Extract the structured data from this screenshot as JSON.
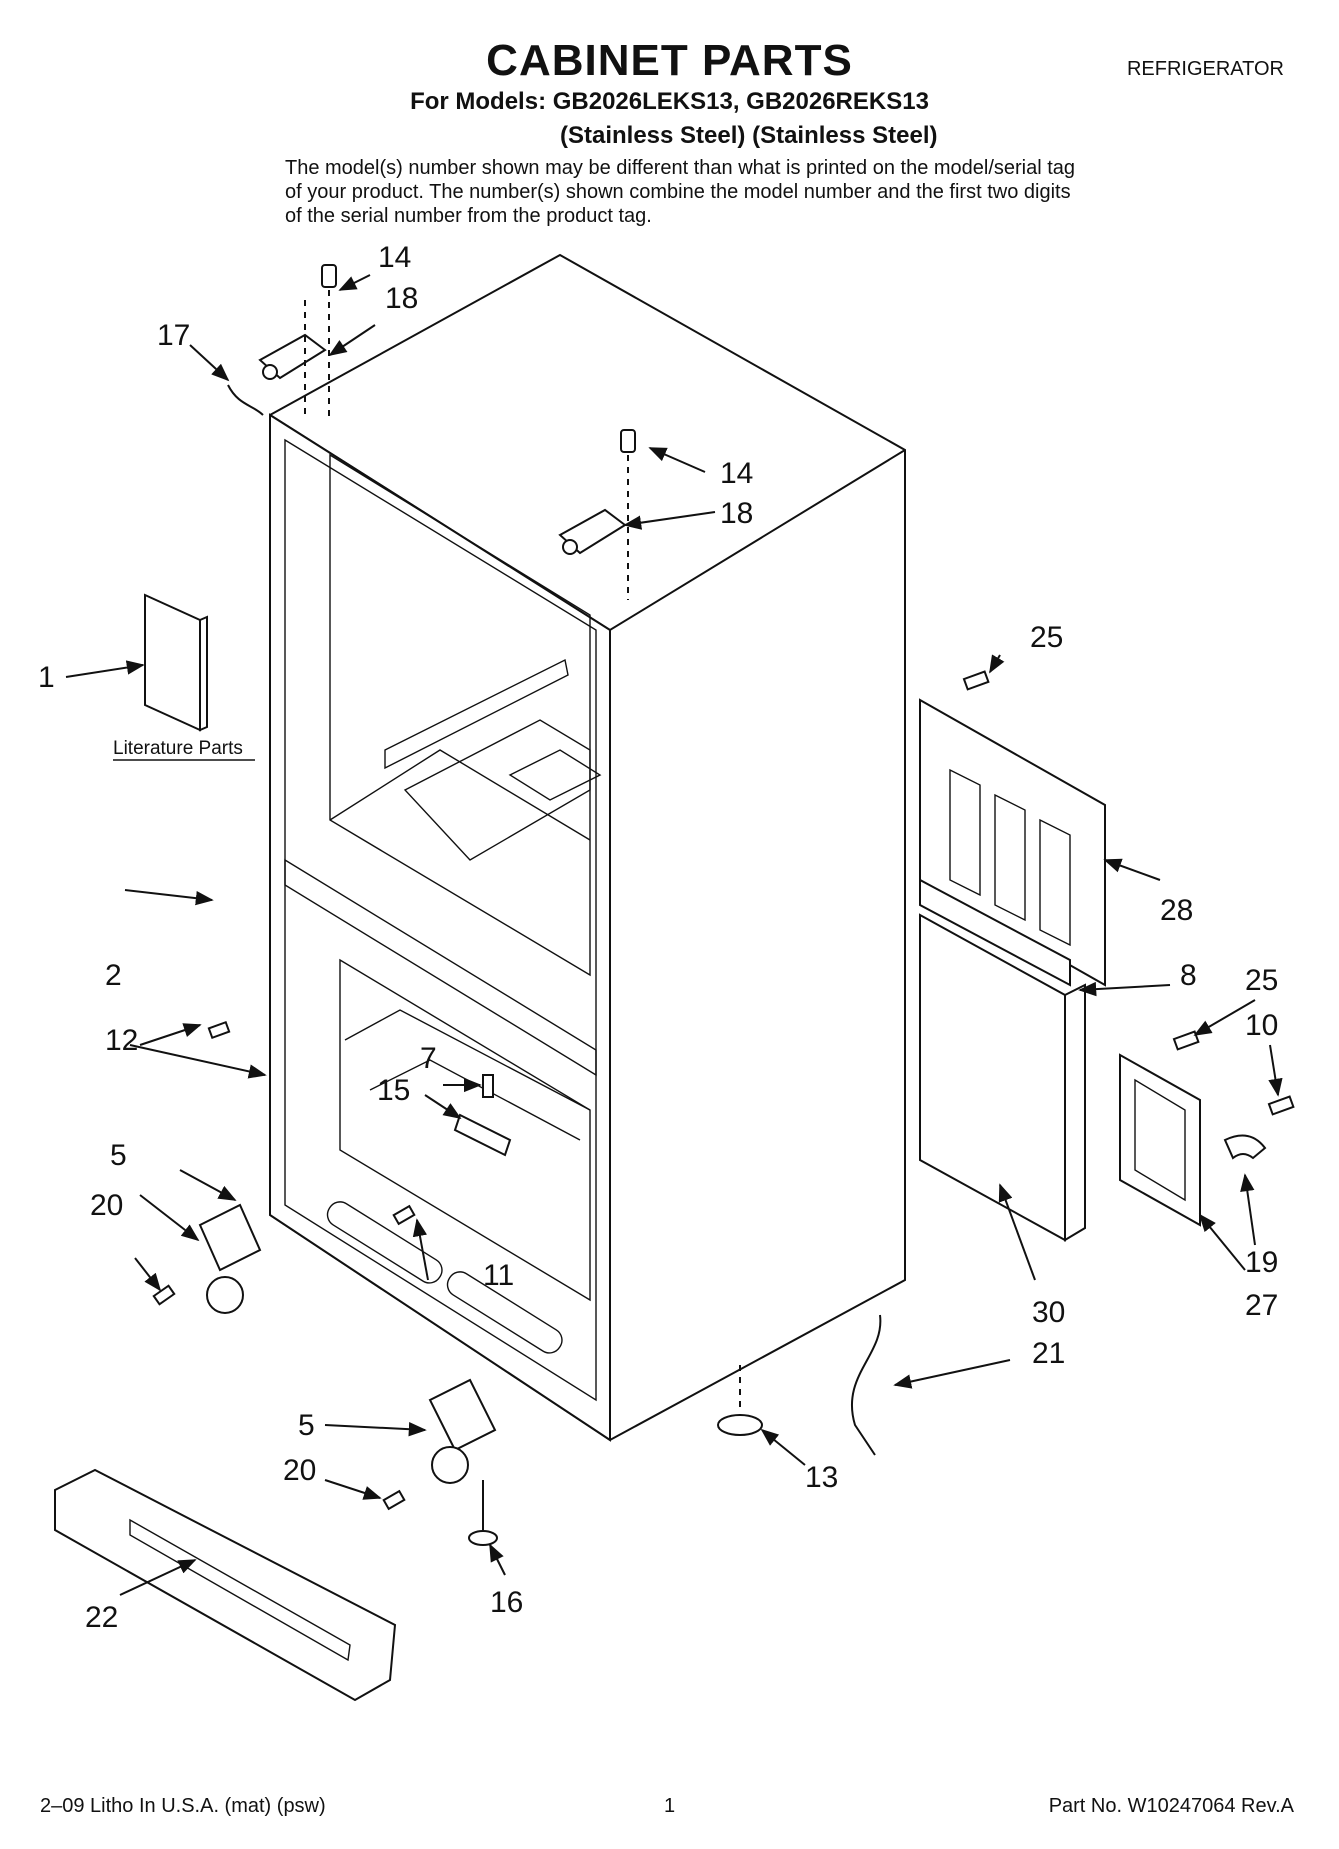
{
  "header": {
    "title": "CABINET PARTS",
    "appliance": "REFRIGERATOR",
    "models": "For Models: GB2026LEKS13, GB2026REKS13",
    "finishes": "(Stainless Steel) (Stainless Steel)",
    "note": "The model(s) number shown may be different than what is printed on the model/serial tag of your product. The number(s) shown combine the model number and the first two digits of the serial number from the product tag."
  },
  "literature_label": "Literature Parts",
  "callouts": {
    "c1": "1",
    "c2": "2",
    "c5a": "5",
    "c5b": "5",
    "c7": "7",
    "c8": "8",
    "c10": "10",
    "c11": "11",
    "c12": "12",
    "c13": "13",
    "c14a": "14",
    "c14b": "14",
    "c15": "15",
    "c16": "16",
    "c17": "17",
    "c18a": "18",
    "c18b": "18",
    "c19": "19",
    "c20a": "20",
    "c20b": "20",
    "c21": "21",
    "c22": "22",
    "c25a": "25",
    "c25b": "25",
    "c27": "27",
    "c28": "28",
    "c30": "30"
  },
  "footer": {
    "left": "2–09 Litho In U.S.A. (mat) (psw)",
    "page": "1",
    "part_no": "Part No. W10247064 Rev.A"
  }
}
